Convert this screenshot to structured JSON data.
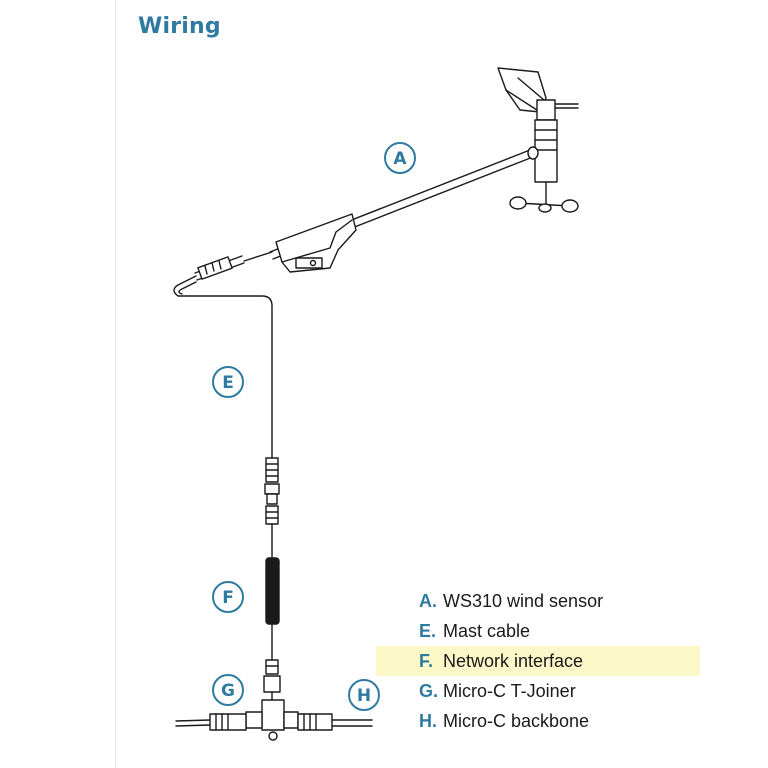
{
  "heading": "Wiring",
  "callouts": [
    "A",
    "E",
    "F",
    "G",
    "H"
  ],
  "legend": [
    {
      "key": "A.",
      "text": "WS310 wind sensor",
      "highlighted": false
    },
    {
      "key": "E.",
      "text": "Mast cable",
      "highlighted": false
    },
    {
      "key": "F.",
      "text": "Network interface",
      "highlighted": true
    },
    {
      "key": "G.",
      "text": "Micro-C T-Joiner",
      "highlighted": false
    },
    {
      "key": "H.",
      "text": "Micro-C backbone",
      "highlighted": false
    }
  ],
  "colors": {
    "accent": "#2f7aa0",
    "highlight": "#fdf8c7",
    "line": "#1a1a1a"
  }
}
